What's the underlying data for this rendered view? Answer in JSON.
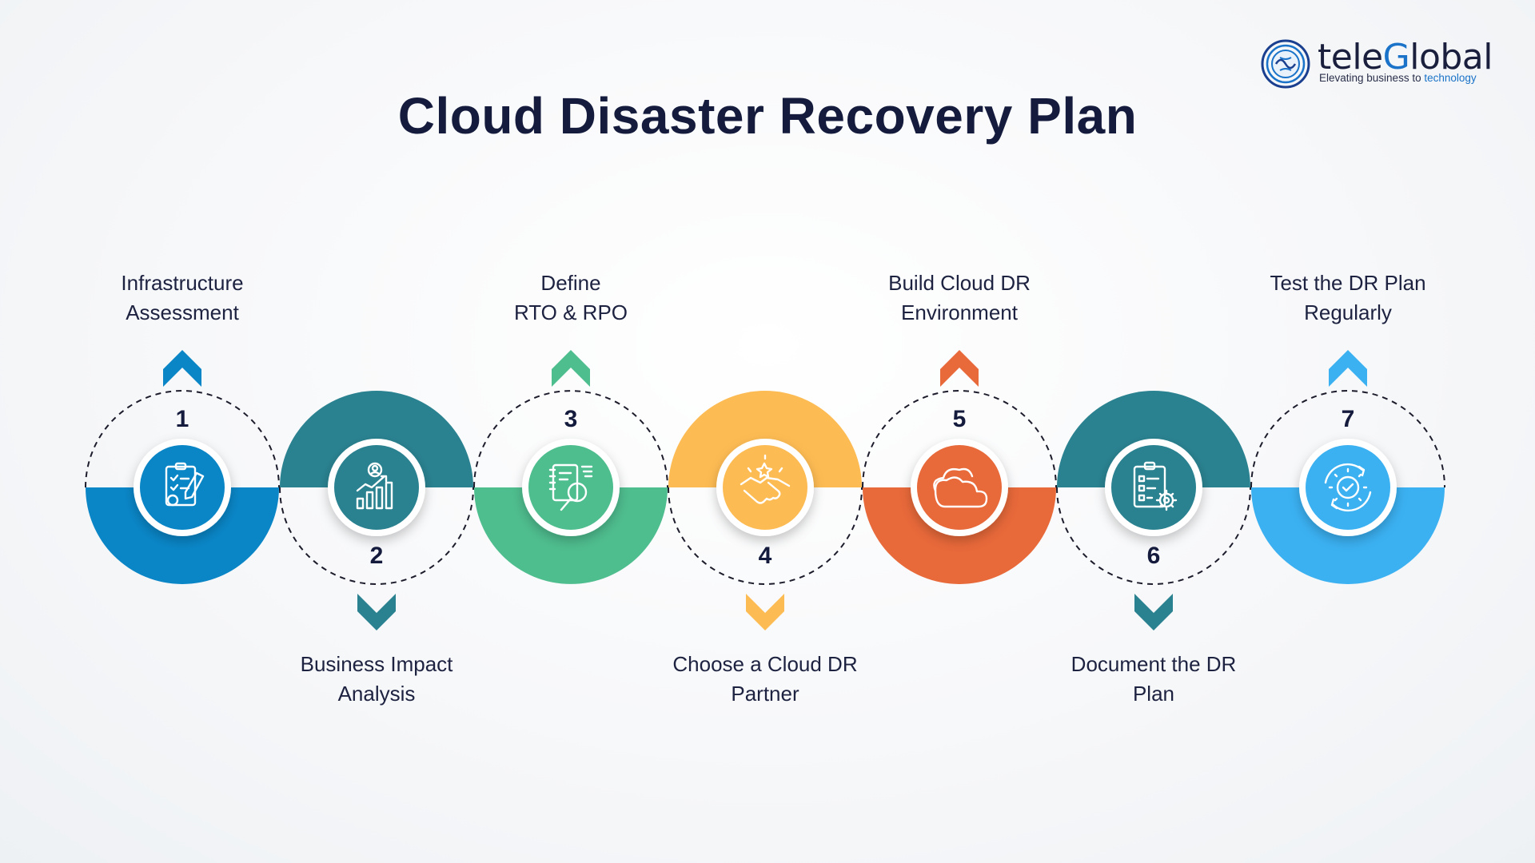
{
  "title": "Cloud Disaster Recovery Plan",
  "brand": {
    "name_prefix": "tele",
    "name_highlight": "G",
    "name_suffix": "lobal",
    "tagline_prefix": "Elevating business to ",
    "tagline_highlight": "technology",
    "accent_color": "#1a73c8"
  },
  "steps": [
    {
      "number": "1",
      "label": "Infrastructure\nAssessment",
      "color": "#0a86c7",
      "position": "top",
      "icon": "checklist-pencil-icon"
    },
    {
      "number": "2",
      "label": "Business Impact\nAnalysis",
      "color": "#2a8290",
      "position": "bottom",
      "icon": "growth-chart-user-icon"
    },
    {
      "number": "3",
      "label": "Define\nRTO & RPO",
      "color": "#4fbe8f",
      "position": "top",
      "icon": "document-magnifier-icon"
    },
    {
      "number": "4",
      "label": "Choose a Cloud DR\nPartner",
      "color": "#fdbb53",
      "position": "bottom",
      "icon": "handshake-stars-icon"
    },
    {
      "number": "5",
      "label": "Build Cloud DR\nEnvironment",
      "color": "#e8693a",
      "position": "top",
      "icon": "clouds-icon"
    },
    {
      "number": "6",
      "label": "Document the DR\nPlan",
      "color": "#2a8290",
      "position": "bottom",
      "icon": "clipboard-gear-icon"
    },
    {
      "number": "7",
      "label": "Test the DR Plan\nRegularly",
      "color": "#3bb1f2",
      "position": "top",
      "icon": "gear-check-cycle-icon"
    }
  ]
}
